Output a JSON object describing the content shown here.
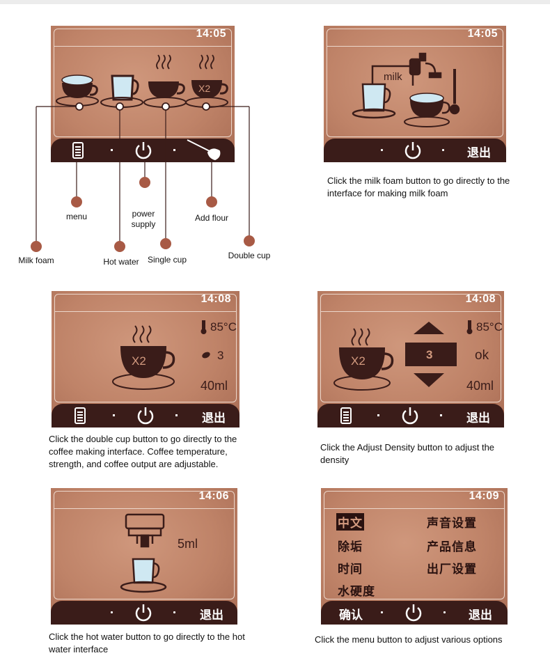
{
  "panels": {
    "main": {
      "time": "14:05",
      "callouts": {
        "menu": "menu",
        "power": "power supply",
        "add_flour": "Add flour",
        "milk_foam": "Milk foam",
        "hot_water": "Hot water",
        "single_cup": "Single cup",
        "double_cup": "Double cup"
      }
    },
    "milk": {
      "time": "14:05",
      "milk_label": "milk",
      "exit": "退出",
      "caption": "Click the milk foam button to go directly to the interface for making milk foam"
    },
    "double": {
      "time": "14:08",
      "temperature": "85°C",
      "strength": "3",
      "volume": "40ml",
      "cup_label": "X2",
      "exit": "退出",
      "caption": "Click the double cup button to go directly to the coffee making interface. Coffee temperature, strength, and coffee output are adjustable."
    },
    "density": {
      "time": "14:08",
      "temperature": "85°C",
      "value": "3",
      "ok": "ok",
      "volume": "40ml",
      "cup_label": "X2",
      "exit": "退出",
      "caption": "Click the Adjust Density button to adjust the density"
    },
    "hotwater": {
      "time": "14:06",
      "volume": "5ml",
      "exit": "退出",
      "caption": "Click the hot water button to go directly to the hot water interface"
    },
    "menu": {
      "time": "14:09",
      "items": [
        "中文",
        "声音设置",
        "除垢",
        "产品信息",
        "时间",
        "出厂设置",
        "水硬度"
      ],
      "confirm": "确认",
      "exit": "退出",
      "caption": "Click the menu button to adjust various options"
    }
  },
  "colors": {
    "screen": "#bf8368",
    "bar": "#3a1c19",
    "icon": "#3a1c19",
    "callout": "#a85a45",
    "frame": "#ecd7cb"
  }
}
